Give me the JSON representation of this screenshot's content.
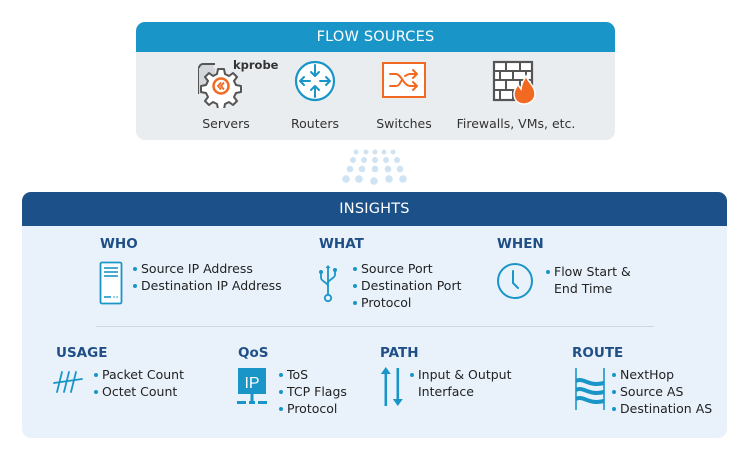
{
  "flow_sources": {
    "title": "FLOW SOURCES",
    "kprobe_label": "kprobe",
    "sources": [
      {
        "label": "Servers",
        "icon": "server-gear-icon"
      },
      {
        "label": "Routers",
        "icon": "router-icon"
      },
      {
        "label": "Switches",
        "icon": "switch-icon"
      },
      {
        "label": "Firewalls, VMs, etc.",
        "icon": "firewall-icon"
      }
    ]
  },
  "insights": {
    "title": "INSIGHTS",
    "sections": {
      "who": {
        "title": "WHO",
        "icon": "server-icon",
        "items": [
          "Source IP Address",
          "Destination IP Address"
        ]
      },
      "what": {
        "title": "WHAT",
        "icon": "usb-icon",
        "items": [
          "Source Port",
          "Destination Port",
          "Protocol"
        ]
      },
      "when": {
        "title": "WHEN",
        "icon": "clock-icon",
        "items": [
          "Flow Start &",
          "End Time"
        ]
      },
      "usage": {
        "title": "USAGE",
        "icon": "tally-icon",
        "items": [
          "Packet Count",
          "Octet Count"
        ]
      },
      "qos": {
        "title": "QoS",
        "icon": "ip-icon",
        "icon_text": "IP",
        "items": [
          "ToS",
          "TCP Flags",
          "Protocol"
        ]
      },
      "path": {
        "title": "PATH",
        "icon": "up-down-arrows-icon",
        "items": [
          "Input & Output",
          "Interface"
        ]
      },
      "route": {
        "title": "ROUTE",
        "icon": "route-waves-icon",
        "items": [
          "NextHop",
          "Source AS",
          "Destination AS"
        ]
      }
    }
  },
  "colors": {
    "flow_header": "#1a95c8",
    "insights_header": "#1b5089",
    "accent_orange": "#f26a21",
    "section_title": "#1f4f86"
  }
}
